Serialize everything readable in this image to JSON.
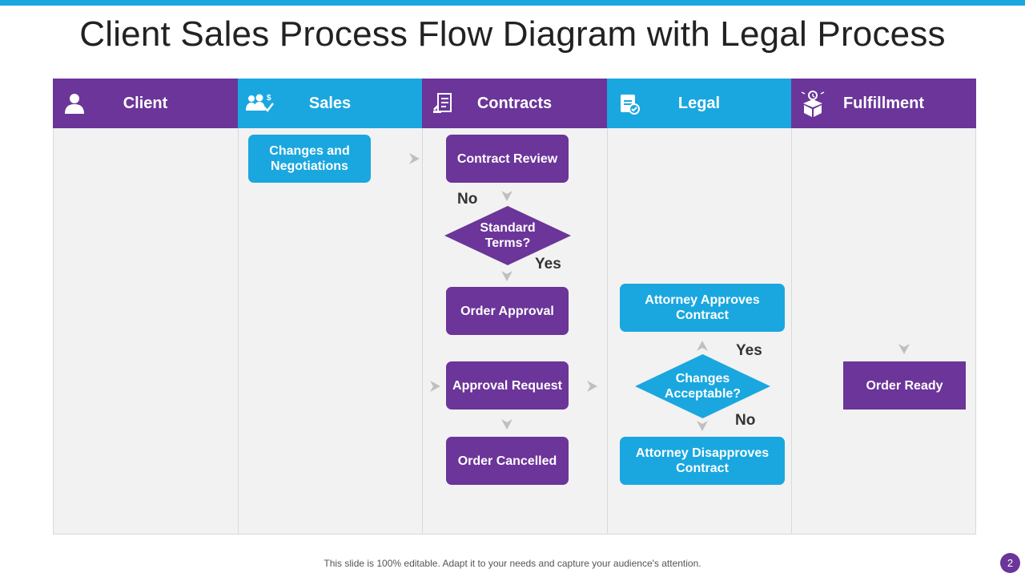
{
  "title": "Client Sales Process Flow Diagram with Legal Process",
  "lanes": [
    {
      "label": "Client",
      "icon": "person-icon"
    },
    {
      "label": "Sales",
      "icon": "sales-team-icon"
    },
    {
      "label": "Contracts",
      "icon": "contract-document-icon"
    },
    {
      "label": "Legal",
      "icon": "legal-document-icon"
    },
    {
      "label": "Fulfillment",
      "icon": "box-delivery-icon"
    }
  ],
  "nodes": {
    "changes_negotiations": "Changes and Negotiations",
    "contract_review": "Contract Review",
    "standard_terms": "Standard Terms?",
    "order_approval": "Order Approval",
    "approval_request": "Approval Request",
    "order_cancelled": "Order Cancelled",
    "attorney_approves": "Attorney Approves Contract",
    "changes_acceptable": "Changes Acceptable?",
    "attorney_disapproves": "Attorney Disapproves Contract",
    "order_ready": "Order Ready"
  },
  "labels": {
    "no_top": "No",
    "yes_top": "Yes",
    "yes_legal": "Yes",
    "no_legal": "No"
  },
  "colors": {
    "purple": "#6b3599",
    "blue": "#1aa7df",
    "arrow": "#bfbfbf"
  },
  "footer": "This slide is 100% editable. Adapt it to your needs and capture your audience's attention.",
  "page_number": "2"
}
